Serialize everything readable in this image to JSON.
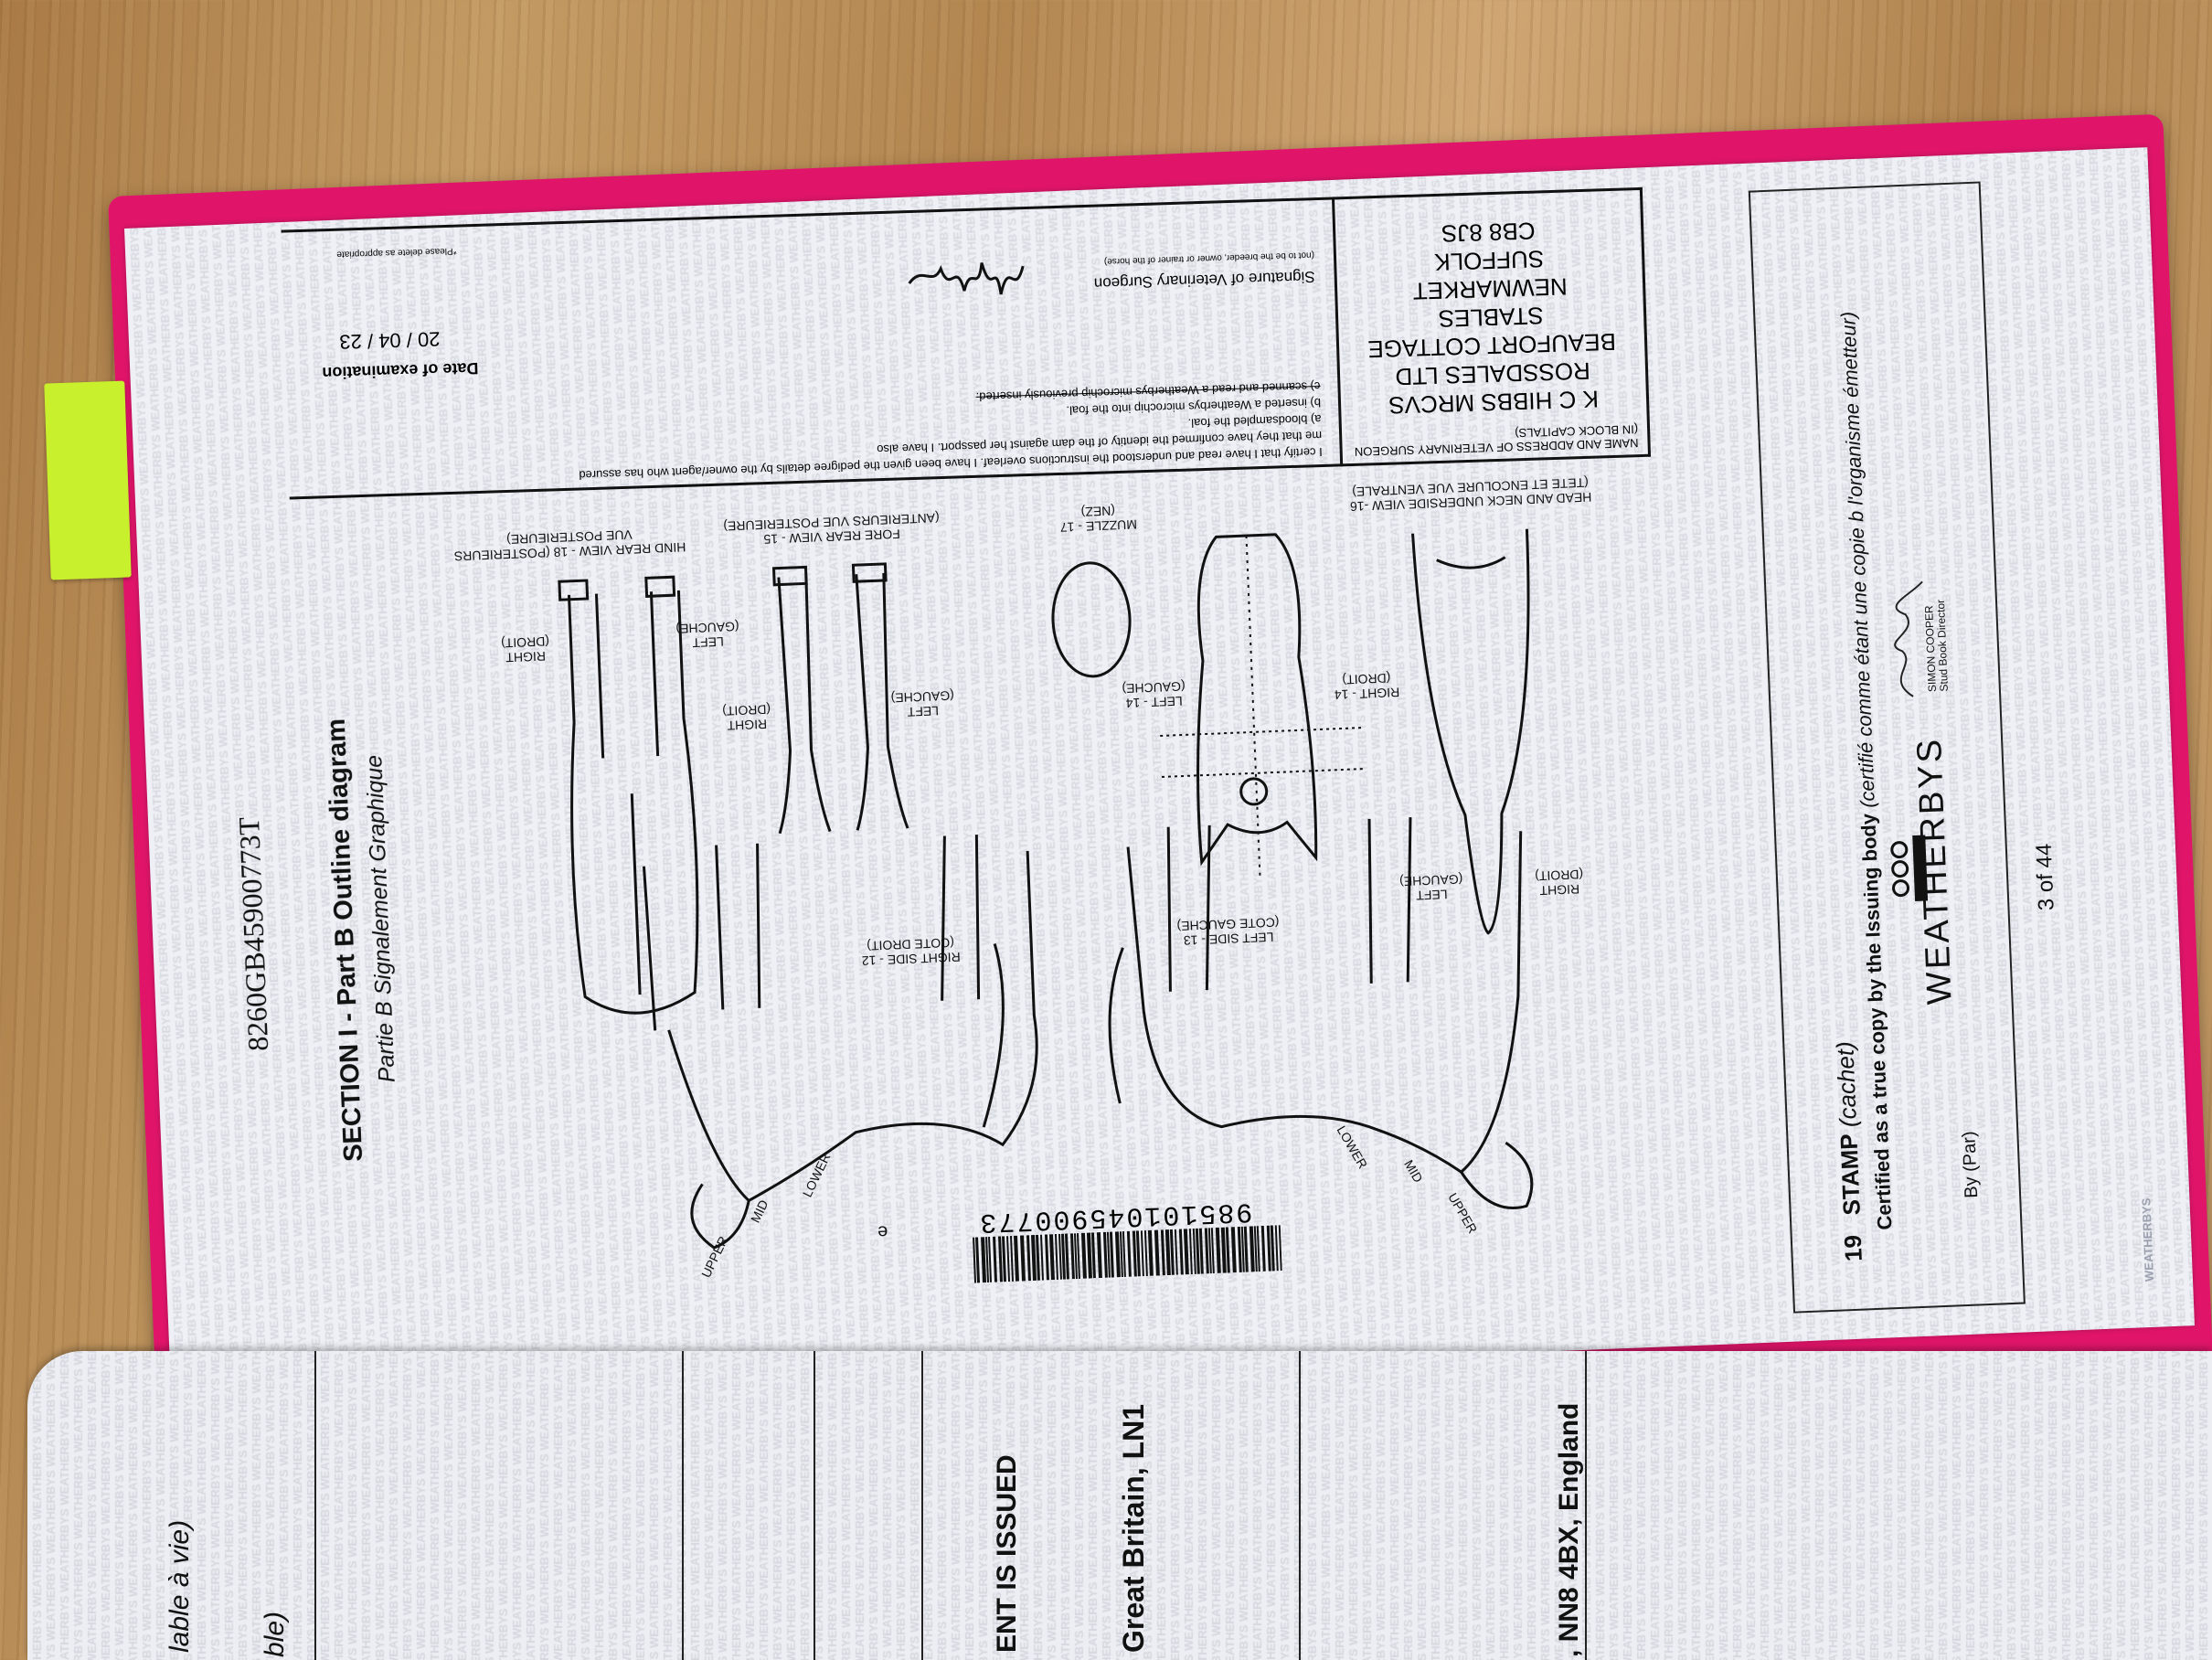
{
  "watermark_text": "WEATHERBYS ",
  "header": {
    "passport_id": "8260GB45900773T",
    "section_title": "SECTION I - Part B Outline diagram",
    "section_subtitle": "Partie B Signalement Graphique"
  },
  "vet": {
    "name_label": "NAME AND ADDRESS OF VETERINARY SURGEON (IN BLOCK CAPITALS)",
    "address_lines": [
      "K C HIBBS  MRCVS",
      "ROSSDALES LTD",
      "BEAUFORT COTTAGE STABLES",
      "NEWMARKET",
      "SUFFOLK",
      "CB8 8JS"
    ],
    "certification": "I certify that I have read and understood the instructions overleaf. I have been given the pedigree details by the owner/agent who has assured me that they have confirmed the identity of the dam against her passport. I have also",
    "option_a": "a) bloodsampled the foal.",
    "option_b": "b) inserted a Weatherbys microchip into the foal.",
    "option_c": "c) scanned and read a Weatherbys microchip previously inserted.",
    "signature_label": "Signature of Veterinary Surgeon",
    "signature_note": "(not to be the breeder, owner or trainer of the horse)",
    "date_label": "Date of examination",
    "date_value": "20 / 04 / 23",
    "please_note": "*Please delete as appropriate"
  },
  "diagram": {
    "hind_rear": [
      "HIND REAR VIEW - 18 (POSTERIEURS",
      "VUE POSTERIEURE)"
    ],
    "fore_rear": [
      "FORE REAR VIEW - 15",
      "(ANTERIEURS VUE POSTERIEURE)"
    ],
    "muzzle": [
      "MUZZLE - 17",
      "(NEZ)"
    ],
    "head_neck": [
      "HEAD AND NECK UNDERSIDE VIEW -16",
      "(TETE ET ENCOLURE VUE VENTRALE)"
    ],
    "right_droit": [
      "RIGHT",
      "(DROIT)"
    ],
    "left_gauche": [
      "LEFT",
      "(GAUCHE)"
    ],
    "left14": [
      "LEFT - 14",
      "(GAUCHE)"
    ],
    "right14": [
      "RIGHT - 14",
      "(DROIT)"
    ],
    "right_side": [
      "RIGHT SIDE - 12",
      "(COTE DROIT)"
    ],
    "left_side": [
      "LEFT SIDE - 13",
      "(COTE GAUCHE)"
    ],
    "upper": "UPPER",
    "mid": "MID",
    "lower": "LOWER",
    "e_mark": "e"
  },
  "barcode": {
    "digits": "985101045900773"
  },
  "stamp": {
    "number": "19",
    "title": "STAMP",
    "title_fr": "(cachet)",
    "certified": "Certified as a true copy by the Issuing body",
    "certified_fr": "(certifié comme étant une copie b l'organisme émetteur)",
    "by_label": "By (Par)",
    "brand": "WEATHERBYS",
    "signatory_name": "SIMON COOPER",
    "signatory_title": "Stud Book Director"
  },
  "page_number": "3 of 44",
  "facing_page": {
    "fragments": [
      "lable à vie)",
      "ble)",
      "ENT IS ISSUED",
      "Great Britain, LN1",
      ", NN8 4BX, England"
    ]
  }
}
